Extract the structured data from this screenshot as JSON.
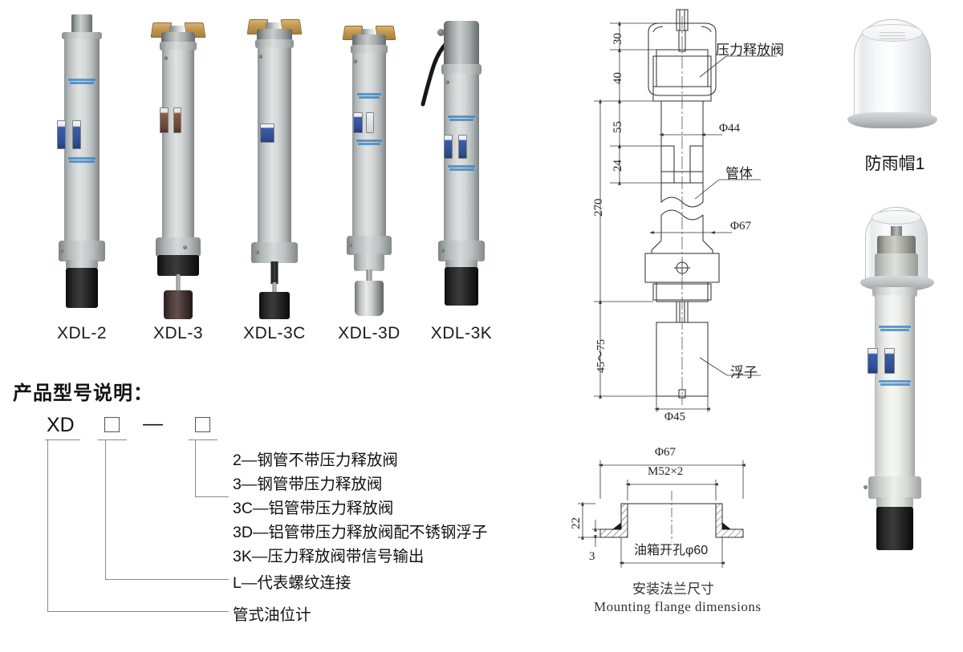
{
  "products": [
    {
      "id": "xdl-2",
      "label": "XDL-2",
      "variant": "steel-no-valve"
    },
    {
      "id": "xdl-3",
      "label": "XDL-3",
      "variant": "steel-valve"
    },
    {
      "id": "xdl-3c",
      "label": "XDL-3C",
      "variant": "alu-valve"
    },
    {
      "id": "xdl-3d",
      "label": "XDL-3D",
      "variant": "alu-valve-ss-float"
    },
    {
      "id": "xdl-3k",
      "label": "XDL-3K",
      "variant": "valve-signal-output"
    }
  ],
  "model_explanation": {
    "title": "产品型号说明：",
    "code": {
      "prefix": "XD",
      "dash": "—",
      "box1": "□",
      "box2": "□"
    },
    "suffix_descriptions": [
      "2—钢管不带压力释放阀",
      "3—钢管带压力释放阀",
      "3C—铝管带压力释放阀",
      "3D—铝管带压力释放阀配不锈钢浮子",
      "3K—压力释放阀带信号输出"
    ],
    "middle_description": "L—代表螺纹连接",
    "base_description": "管式油位计"
  },
  "engineering_drawing": {
    "vertical_dimensions": [
      "30",
      "40",
      "55",
      "24",
      "270",
      "45～75"
    ],
    "diameter_dimensions": [
      "Φ44",
      "Φ67",
      "Φ45"
    ],
    "callouts": [
      "压力释放阀",
      "管体",
      "浮子"
    ]
  },
  "flange_drawing": {
    "outer_diameter": "Φ67",
    "thread": "M52×2",
    "height": "22",
    "plate_thickness": "3",
    "tank_hole": "油箱开孔φ60",
    "caption_cn": "安装法兰尺寸",
    "caption_en": "Mounting flange dimensions"
  },
  "right_column": {
    "raincap_label": "防雨帽1"
  },
  "colors": {
    "body_grey": "#c9cdcd",
    "body_white": "#eceeea",
    "sight_blue": "#2f4f96",
    "brass": "#c49a52",
    "line": "#8a8a8a",
    "text": "#111111"
  }
}
